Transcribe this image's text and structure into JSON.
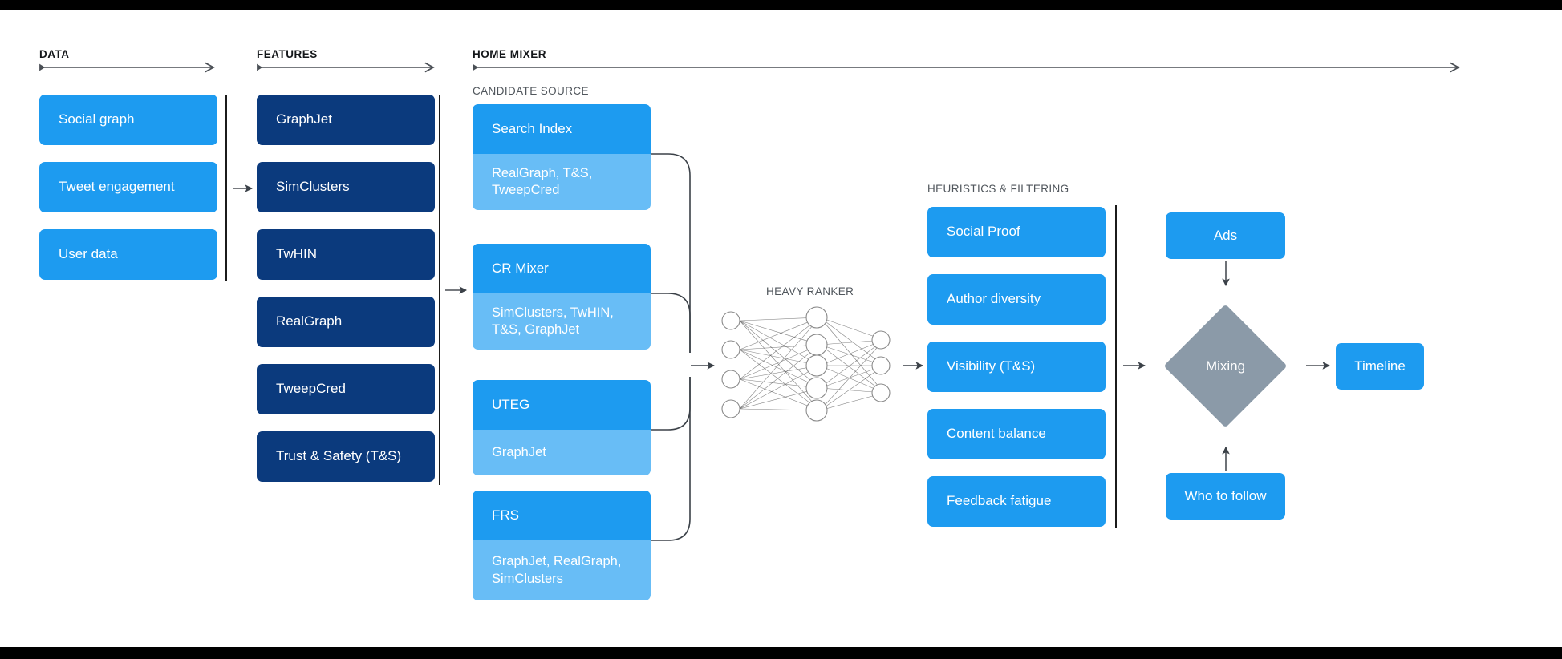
{
  "sections": {
    "data": {
      "label": "DATA"
    },
    "features": {
      "label": "FEATURES"
    },
    "home_mixer": {
      "label": "HOME MIXER"
    },
    "candidate_source": {
      "label": "CANDIDATE SOURCE"
    },
    "heavy_ranker": {
      "label": "HEAVY RANKER"
    },
    "heuristics": {
      "label": "HEURISTICS & FILTERING"
    }
  },
  "colors": {
    "light_blue": "#1d9bf0",
    "dark_blue": "#0b3a7d",
    "pale_blue": "#68bdf6",
    "gray": "#8b9aa8",
    "text_dark": "#14171a",
    "text_muted": "#50565c",
    "line": "#4a4f55"
  },
  "data_column": {
    "items": [
      {
        "label": "Social graph"
      },
      {
        "label": "Tweet engagement"
      },
      {
        "label": "User data"
      }
    ]
  },
  "features_column": {
    "items": [
      {
        "label": "GraphJet"
      },
      {
        "label": "SimClusters"
      },
      {
        "label": "TwHIN"
      },
      {
        "label": "RealGraph"
      },
      {
        "label": "TweepCred"
      },
      {
        "label": "Trust & Safety (T&S)"
      }
    ]
  },
  "candidate_sources": {
    "items": [
      {
        "name": "Search Index",
        "features": "RealGraph, T&S,\nTweepCred"
      },
      {
        "name": "CR Mixer",
        "features": "SimClusters, TwHIN,\nT&S, GraphJet"
      },
      {
        "name": "UTEG",
        "features": "GraphJet"
      },
      {
        "name": "FRS",
        "features": "GraphJet, RealGraph,\nSimClusters"
      }
    ]
  },
  "neural_network": {
    "input_nodes": 4,
    "hidden_nodes": 5,
    "output_nodes": 3
  },
  "heuristics_column": {
    "items": [
      {
        "label": "Social Proof"
      },
      {
        "label": "Author diversity"
      },
      {
        "label": "Visibility (T&S)"
      },
      {
        "label": "Content balance"
      },
      {
        "label": "Feedback fatigue"
      }
    ]
  },
  "mixing_stage": {
    "ads": {
      "label": "Ads"
    },
    "mixing": {
      "label": "Mixing"
    },
    "who_to_follow": {
      "label": "Who to follow"
    },
    "timeline": {
      "label": "Timeline"
    }
  }
}
